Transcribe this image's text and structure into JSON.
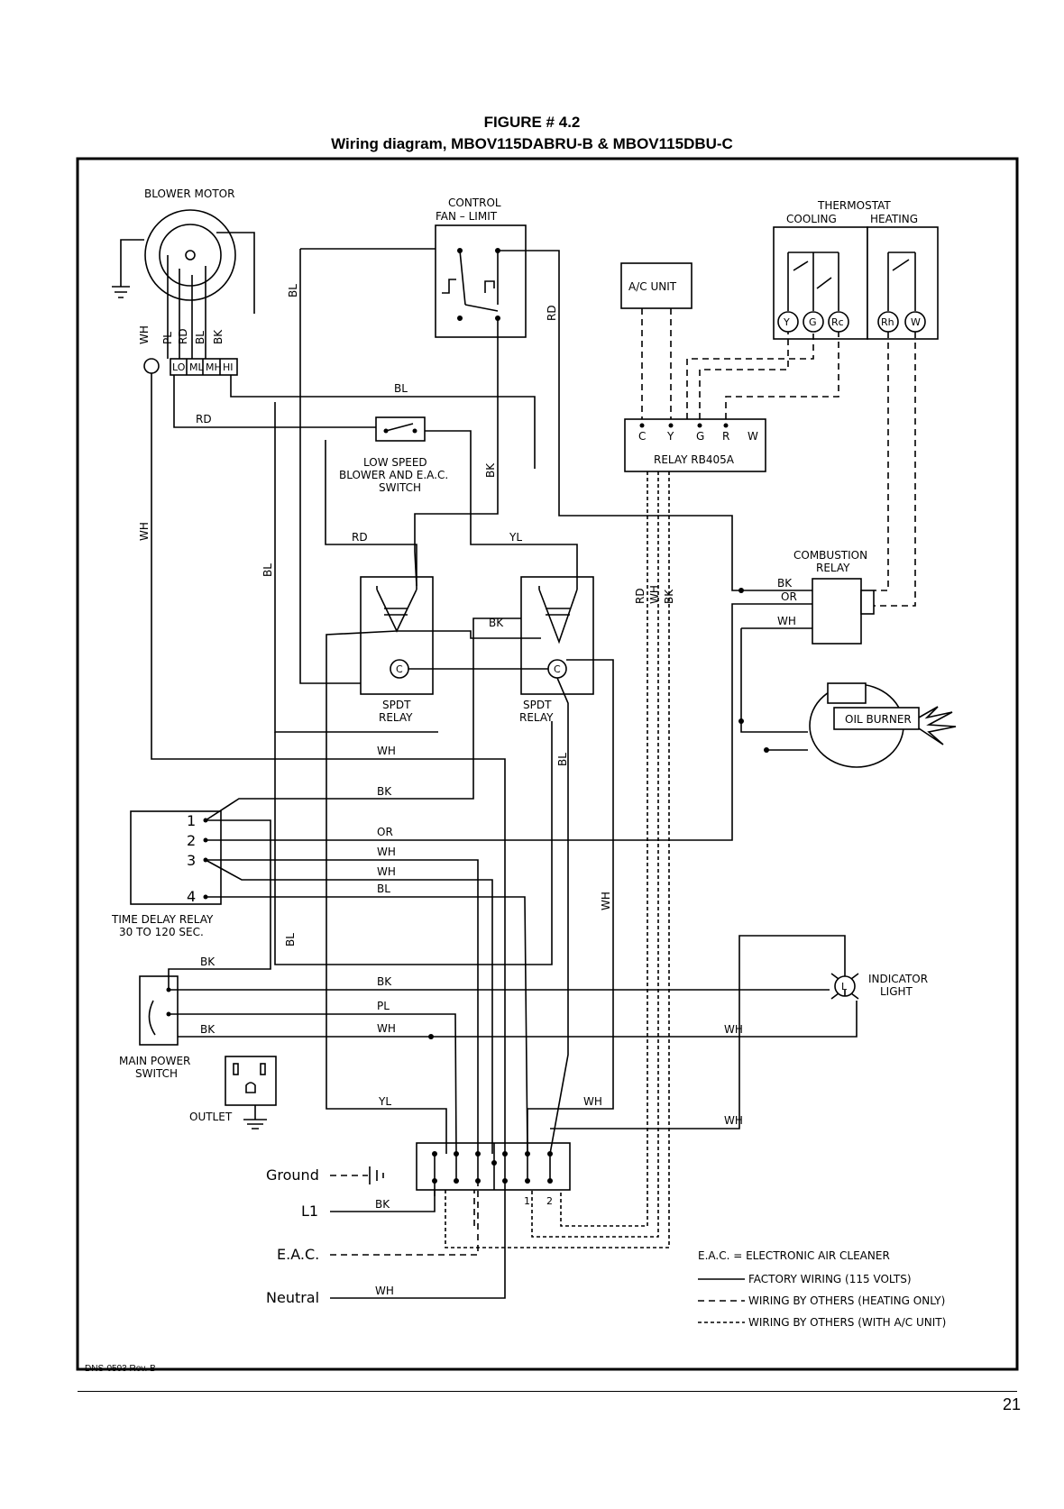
{
  "figure": {
    "number": "FIGURE # 4.2",
    "caption": "Wiring diagram, MBOV115DABRU-B & MBOV115DBU-C"
  },
  "components": {
    "blower_motor": "BLOWER MOTOR",
    "control_line1": "CONTROL",
    "control_line2": "FAN  –  LIMIT",
    "thermostat": "THERMOSTAT",
    "cooling": "COOLING",
    "heating": "HEATING",
    "ac_unit": "A/C UNIT",
    "relay_rb": "RELAY RB405A",
    "low_speed_1": "LOW SPEED",
    "low_speed_2": "BLOWER AND E.A.C.",
    "low_speed_3": "SWITCH",
    "combustion_1": "COMBUSTION",
    "combustion_2": "RELAY",
    "oil_burner": "OIL BURNER",
    "spdt": "SPDT",
    "relay": "RELAY",
    "time_delay_1": "TIME DELAY RELAY",
    "time_delay_2": "30 TO 120 SEC.",
    "indicator_1": "INDICATOR",
    "indicator_2": "LIGHT",
    "main_power_1": "MAIN POWER",
    "main_power_2": "SWITCH",
    "outlet": "OUTLET"
  },
  "terminals": {
    "thermostat": [
      "Y",
      "G",
      "Rc",
      "Rh",
      "W"
    ],
    "relay_rb": [
      "C",
      "Y",
      "G",
      "R",
      "W"
    ],
    "motor": [
      "LO",
      "ML",
      "MH",
      "HI"
    ],
    "time_delay": [
      "1",
      "2",
      "3",
      "4"
    ],
    "strip": [
      "1",
      "2"
    ],
    "coil": "C",
    "indicator": "L"
  },
  "wires": {
    "WH": "WH",
    "PL": "PL",
    "RD": "RD",
    "BL": "BL",
    "BK": "BK",
    "YL": "YL",
    "OR": "OR"
  },
  "supply": {
    "ground": "Ground",
    "l1": "L1",
    "eac": "E.A.C.",
    "neutral": "Neutral"
  },
  "legend": {
    "eac_def": "E.A.C.  =  ELECTRONIC AIR CLEANER",
    "factory": "FACTORY WIRING (115 VOLTS)",
    "others_heat": "WIRING BY OTHERS (HEATING ONLY)",
    "others_ac": "WIRING BY OTHERS (WITH A/C UNIT)"
  },
  "doc_code": "DNS-0593 Rev. B",
  "page_number": "21"
}
